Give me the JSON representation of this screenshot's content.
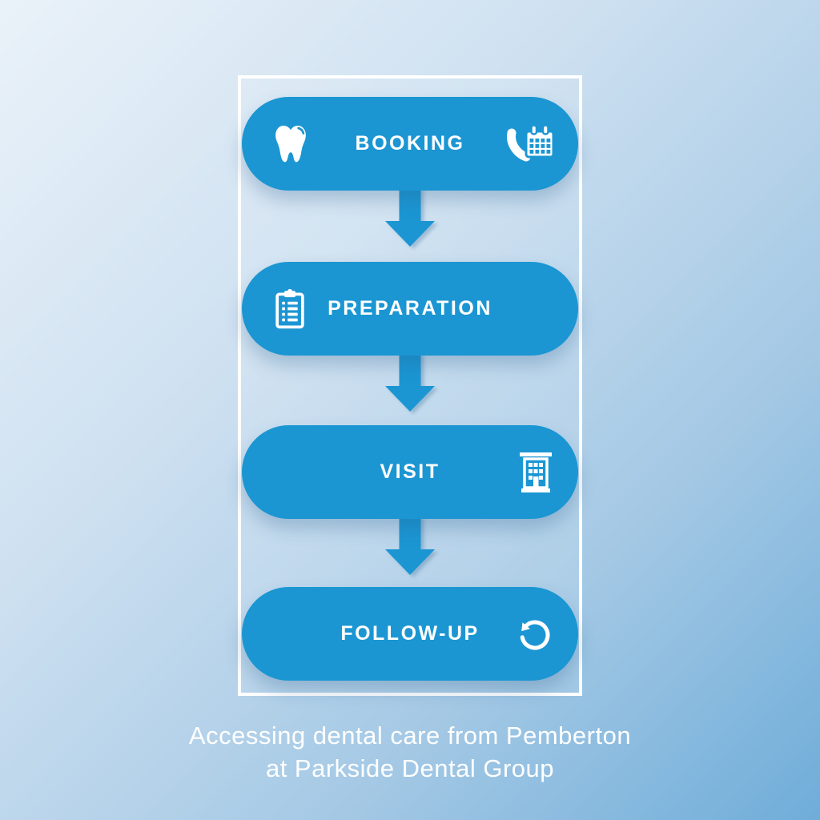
{
  "steps": [
    {
      "label": "BOOKING",
      "left_icon": "tooth-icon",
      "right_icon": "phone-calendar-icon"
    },
    {
      "label": "PREPARATION",
      "left_icon": "clipboard-checklist-icon",
      "right_icon": ""
    },
    {
      "label": "VISIT",
      "left_icon": "",
      "right_icon": "clinic-building-icon"
    },
    {
      "label": "FOLLOW-UP",
      "left_icon": "",
      "right_icon": "repeat-arrow-icon"
    }
  ],
  "caption": {
    "line1": "Accessing dental care from Pemberton",
    "line2": "at Parkside Dental Group"
  },
  "colors": {
    "step_blue": "#1b96d3",
    "background_top_left": "#eaf2f9",
    "background_bottom_right": "#6fadd9",
    "frame_border": "#ffffff",
    "text": "#ffffff"
  }
}
